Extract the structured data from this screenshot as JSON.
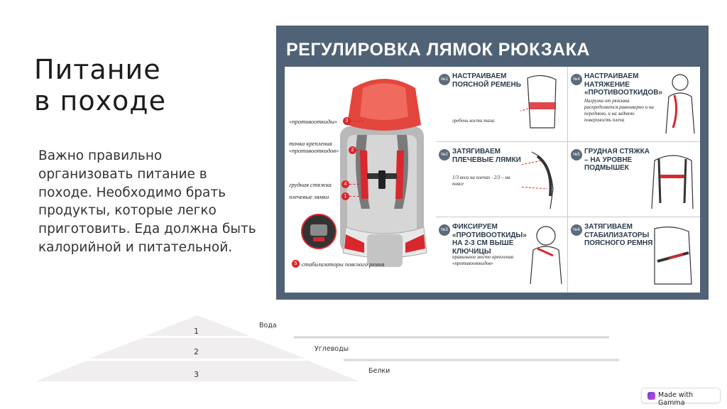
{
  "slide": {
    "title_line1": "Питание",
    "title_line2": "в походе",
    "body": "Важно правильно организовать питание в походе. Необходимо брать продукты, которые легко приготовить. Еда должна быть калорийной и питательной."
  },
  "infographic": {
    "title": "РЕГУЛИРОВКА ЛЯМОК РЮКЗАКА",
    "callouts": [
      {
        "label": "«противооткиды»",
        "num": "3"
      },
      {
        "label": "точка крепления «противооткидов»",
        "num": "2"
      },
      {
        "label": "грудная стяжка",
        "num": "4"
      },
      {
        "label": "плечевые лямки",
        "num": "1"
      },
      {
        "label": "стабилизаторы поясного ремня",
        "num": "5"
      }
    ],
    "steps": [
      {
        "badge": "№1",
        "title": "НАСТРАИВАЕМ ПОЯСНОЙ РЕМЕНЬ",
        "note": "гребень кости таза"
      },
      {
        "badge": "№4",
        "title": "НАСТРАИВАЕМ НАТЯЖЕНИЕ «ПРОТИВООТКИДОВ»",
        "note": "Нагрузка от рюкзака распределяется равномерно и на переднюю, и на заднюю поверхность плеча"
      },
      {
        "badge": "№2",
        "title": "ЗАТЯГИВАЕМ ПЛЕЧЕВЫЕ ЛЯМКИ",
        "note": "1/3 веса на плечах · 2/3 – на поясе"
      },
      {
        "badge": "№5",
        "title": "ГРУДНАЯ СТЯЖКА – НА УРОВНЕ ПОДМЫШЕК",
        "note": ""
      },
      {
        "badge": "№3",
        "title": "ФИКСИРУЕМ «ПРОТИВООТКИДЫ» НА 2-3 СМ ВЫШЕ КЛЮЧИЦЫ",
        "note": "правильное место крепления «противооткидов»"
      },
      {
        "badge": "№6",
        "title": "ЗАТЯГИВАЕМ СТАБИЛИЗАТОРЫ ПОЯСНОГО РЕМНЯ",
        "note": ""
      }
    ]
  },
  "pyramid": {
    "levels": [
      {
        "num": "1",
        "label": "Вода"
      },
      {
        "num": "2",
        "label": "Углеводы"
      },
      {
        "num": "3",
        "label": "Белки"
      }
    ]
  },
  "badge": {
    "label": "Made with Gamma"
  },
  "colors": {
    "panel": "#506275",
    "accent": "#d8282d",
    "pyramid": "#f0eeee"
  }
}
